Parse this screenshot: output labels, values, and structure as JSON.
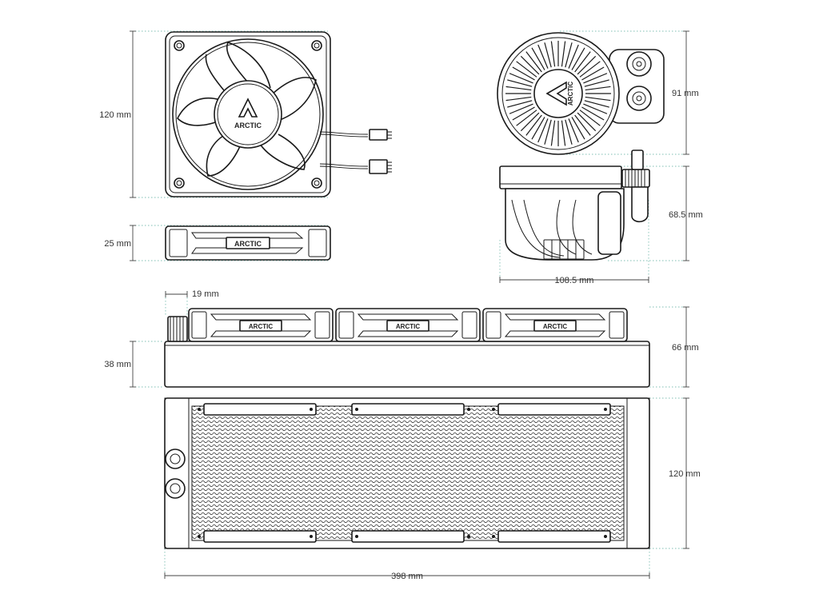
{
  "brand": {
    "name": "ARCTIC"
  },
  "dimensions": {
    "fan_height": "120 mm",
    "fan_thickness": "25 mm",
    "pump_length": "91 mm",
    "pump_height": "68.5 mm",
    "pump_width": "108.5 mm",
    "fitting_offset": "19 mm",
    "radiator_thickness": "38 mm",
    "total_thickness": "66 mm",
    "radiator_height": "120 mm",
    "radiator_length": "398 mm"
  },
  "icons": [
    "arctic-logo-icon",
    "fan-connector-icon",
    "hose-fitting-icon"
  ],
  "colors": {
    "line": "#1a1a1a",
    "extension_line": "#7fbfb3",
    "dimension_text": "#333333"
  }
}
